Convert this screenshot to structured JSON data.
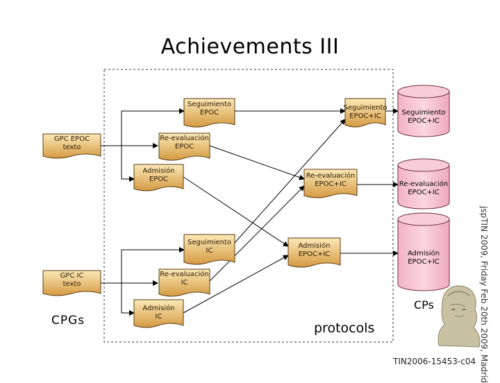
{
  "title": "Achievements III",
  "documents": {
    "seg_epoc": "Seguimiento\nEPOC",
    "seg_epoc_ic": "Seguimiento\nEPOC+IC",
    "gpc_epoc": "GPC EPOC\ntexto",
    "reeval_epoc": "Re-evaluación\nEPOC",
    "adm_epoc": "Admisión\nEPOC",
    "reeval_epoc_ic": "Re-evaluación\nEPOC+IC",
    "seg_ic": "Seguimiento\nIC",
    "adm_epoc_ic": "Admisión\nEPOC+IC",
    "gpc_ic": "GPC IC\ntexto",
    "reeval_ic": "Re-evaluación\nIC",
    "adm_ic": "Admisión\nIC"
  },
  "cylinders": {
    "seg": "Seguimiento\nEPOC+IC",
    "reeval": "Re-evaluación\nEPOC+IC",
    "adm": "Admisión\nEPOC+IC"
  },
  "labels": {
    "cpgs": "CPGs",
    "protocols": "protocols",
    "cps": "CPs",
    "grant": "TIN2006-15453-c04",
    "side": "jspTIN 2009, Friday Feb 20th 2009, Madrid"
  },
  "colors": {
    "doc_fill_top": "#fbe7b2",
    "doc_fill_bottom": "#d9a24a",
    "cylinder_fill": "#f8c7d3",
    "cylinder_stroke": "#6b2b3a"
  }
}
